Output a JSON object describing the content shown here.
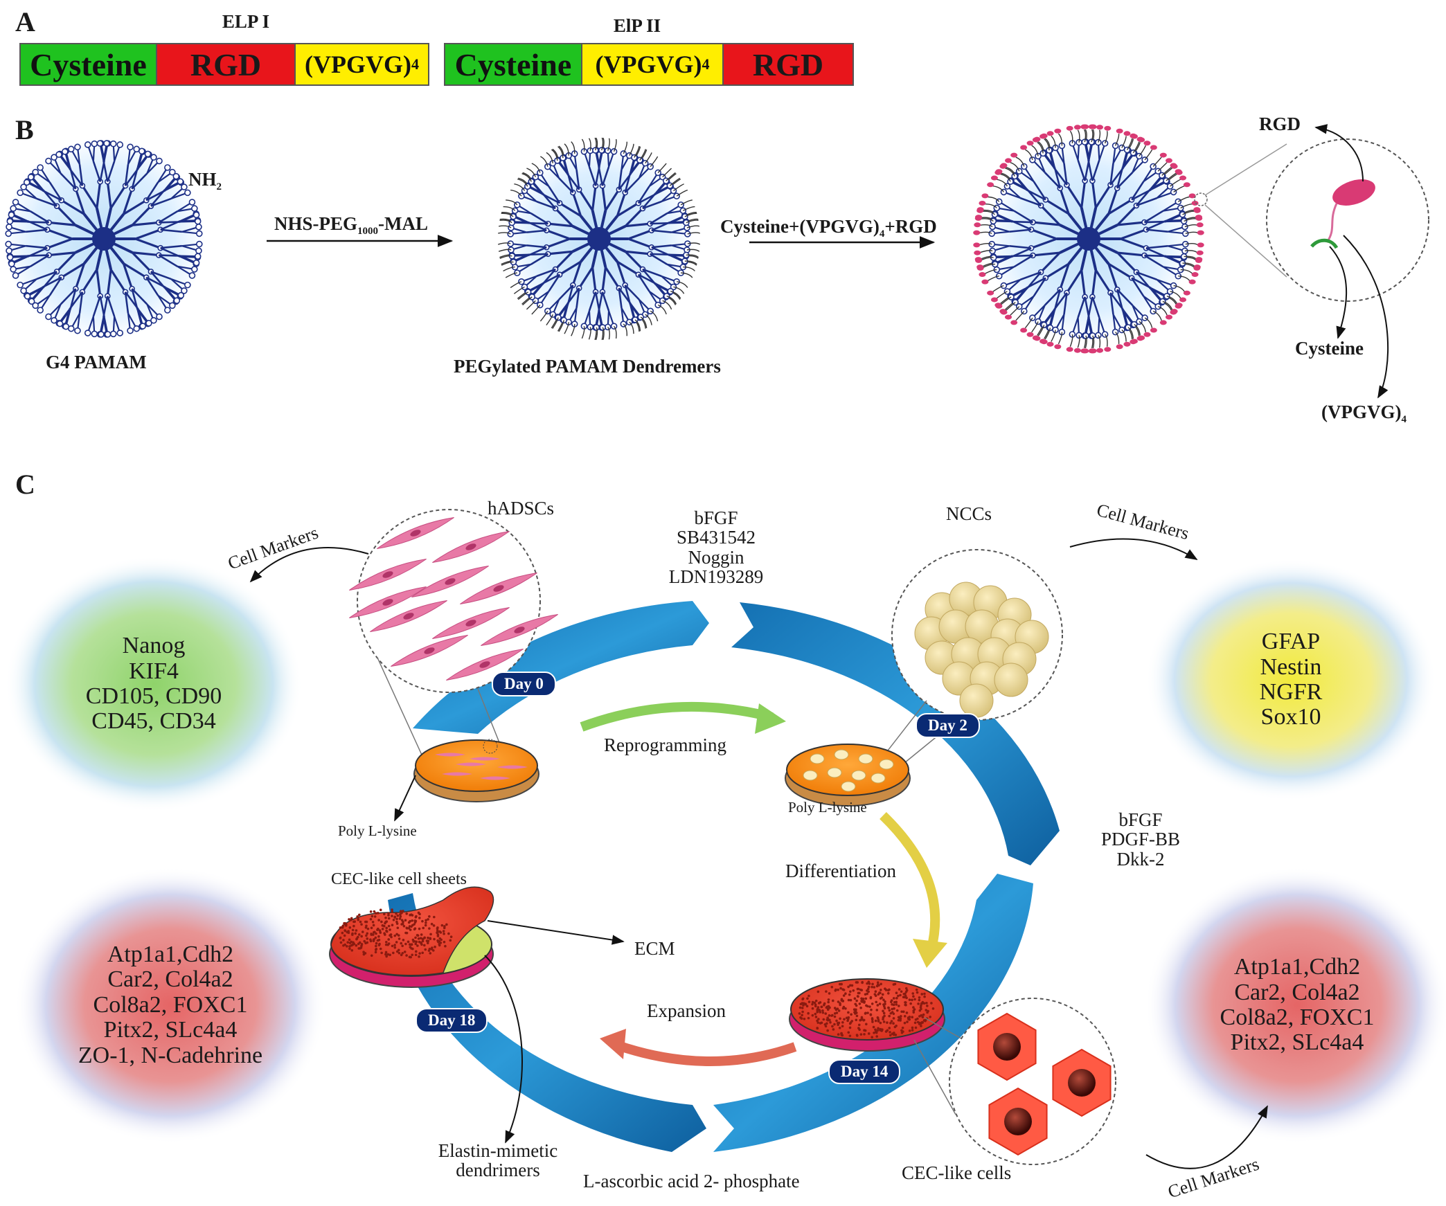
{
  "panels": {
    "a": "A",
    "b": "B",
    "c": "C"
  },
  "panel_a": {
    "elp1": {
      "title": "ELP I",
      "segments": [
        {
          "text": "Cysteine",
          "sub": "",
          "color": "green"
        },
        {
          "text": "RGD",
          "sub": "",
          "color": "red"
        },
        {
          "text": "(VPGVG)",
          "sub": "4",
          "color": "yellow"
        }
      ]
    },
    "elp2": {
      "title": "ElP II",
      "segments": [
        {
          "text": "Cysteine",
          "sub": "",
          "color": "green"
        },
        {
          "text": "(VPGVG)",
          "sub": "4",
          "color": "yellow"
        },
        {
          "text": "RGD",
          "sub": "",
          "color": "red"
        }
      ]
    }
  },
  "panel_b": {
    "nh2": "NH",
    "nh2_sub": "2",
    "g4": "G4 PAMAM",
    "step1_a": "NHS-PEG",
    "step1_sub": "1000",
    "step1_b": "-MAL",
    "pegylated": "PEGylated PAMAM Dendremers",
    "step2_a": "Cysteine+(VPGVG)",
    "step2_sub": "4",
    "step2_b": "+RGD",
    "rgd": "RGD",
    "cysteine": "Cysteine",
    "vpgvg": "(VPGVG)",
    "vpgvg_sub": "4"
  },
  "panel_c": {
    "hadscs": "hADSCs",
    "factors_top": [
      "bFGF",
      "SB431542",
      "Noggin",
      "LDN193289"
    ],
    "nccs": "NCCs",
    "cell_markers": "Cell Markers",
    "markers_tl": [
      "Nanog",
      "KIF4",
      "CD105, CD90",
      "CD45, CD34"
    ],
    "markers_tr": [
      "GFAP",
      "Nestin",
      "NGFR",
      "Sox10"
    ],
    "markers_bl": [
      "Atp1a1,Cdh2",
      "Car2, Col4a2",
      "Col8a2, FOXC1",
      "Pitx2, SLc4a4",
      "ZO-1, N-Cadehrine"
    ],
    "markers_br": [
      "Atp1a1,Cdh2",
      "Car2, Col4a2",
      "Col8a2, FOXC1",
      "Pitx2, SLc4a4"
    ],
    "day0": "Day 0",
    "day2": "Day 2",
    "day14": "Day 14",
    "day18": "Day 18",
    "reprogramming": "Reprogramming",
    "differentiation": "Differentiation",
    "expansion": "Expansion",
    "poly_l_lysine_1": "Poly L-lysine",
    "poly_l_lysine_2": "Poly L-lysine",
    "factors_right": [
      "bFGF",
      "PDGF-BB",
      "Dkk-2"
    ],
    "cec_sheets": "CEC-like cell sheets",
    "ecm": "ECM",
    "elastin_1": "Elastin-mimetic",
    "elastin_2": "dendrimers",
    "ascorbic": "L-ascorbic acid 2- phosphate",
    "cec_cells": "CEC-like cells"
  },
  "colors": {
    "ring_blue": "#1a84c6",
    "dendrimer_navy": "#1c2f86",
    "marker_green": "#8fd36a",
    "marker_yellow": "#f2ea3c",
    "marker_red": "#e76a6a",
    "arrow_green": "#8bcf5a",
    "arrow_yellow": "#e3cf45",
    "arrow_red": "#e06a55"
  }
}
